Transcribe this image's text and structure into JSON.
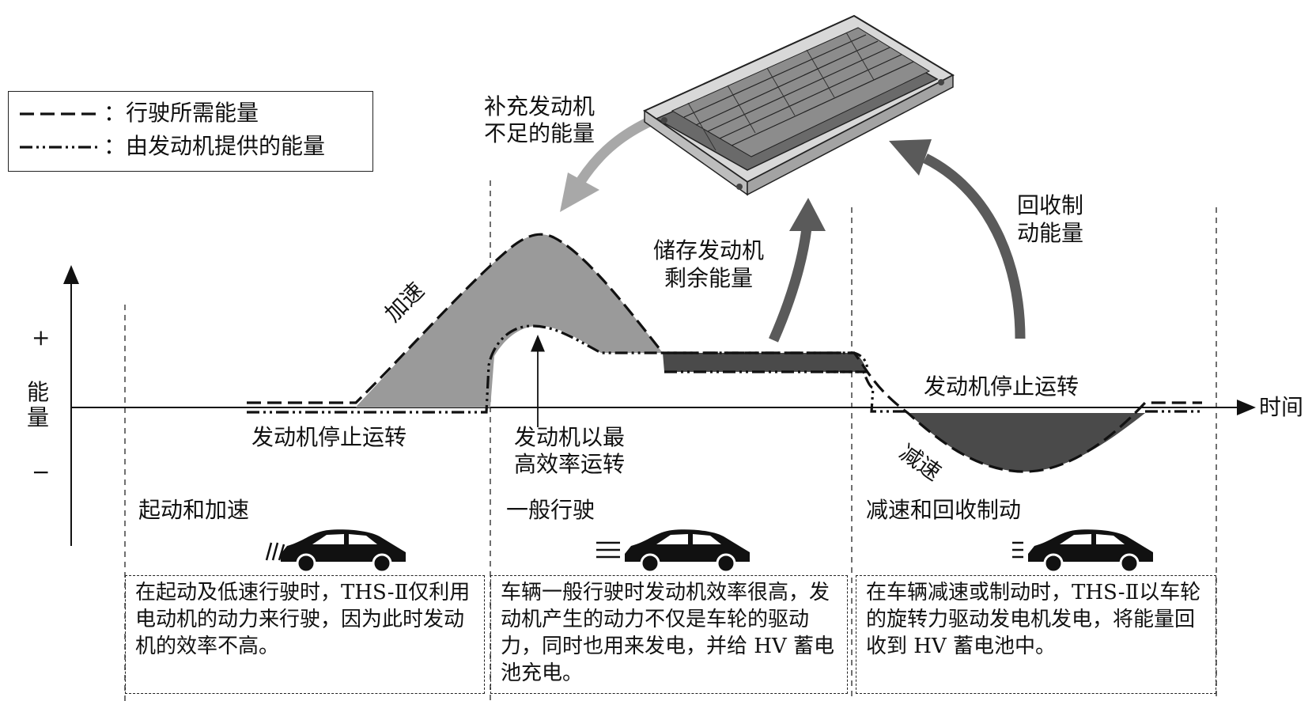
{
  "legend": {
    "required_energy": "：行驶所需能量",
    "engine_energy": "：由发动机提供的能量"
  },
  "axes": {
    "y_label": "能量",
    "plus": "+",
    "minus": "−",
    "x_label": "时间"
  },
  "annotations": {
    "supplement": [
      "补充发动机",
      "不足的能量"
    ],
    "store": [
      "储存发动机",
      "剩余能量"
    ],
    "regen": [
      "回收制",
      "动能量"
    ],
    "accel": "加速",
    "decel": "减速",
    "engine_stop_left": "发动机停止运转",
    "engine_stop_right": "发动机停止运转",
    "engine_efficient": [
      "发动机以最",
      "高效率运转"
    ]
  },
  "phases": [
    {
      "title": "起动和加速",
      "description": "在起动及低速行驶时，THS-Ⅱ仅利用电动机的动力来行驶，因为此时发动机的效率不高。"
    },
    {
      "title": "一般行驶",
      "description": "车辆一般行驶时发动机效率很高，发动机产生的动力不仅是车轮的驱动力，同时也用来发电，并给 HV 蓄电池充电。"
    },
    {
      "title": "减速和回收制动",
      "description": "在车辆减速或制动时，THS-Ⅱ以车轮的旋转力驱动发电机发电，将能量回收到 HV 蓄电池中。"
    }
  ],
  "icons": {
    "battery": "hv-battery-pack-icon",
    "car": "car-icon"
  },
  "colors": {
    "deficit_fill": "#9a9a9a",
    "surplus_fill": "#4a4a4a",
    "arrow_light": "#a8a8a8",
    "arrow_dark": "#5a5a5a",
    "line": "#111111"
  }
}
